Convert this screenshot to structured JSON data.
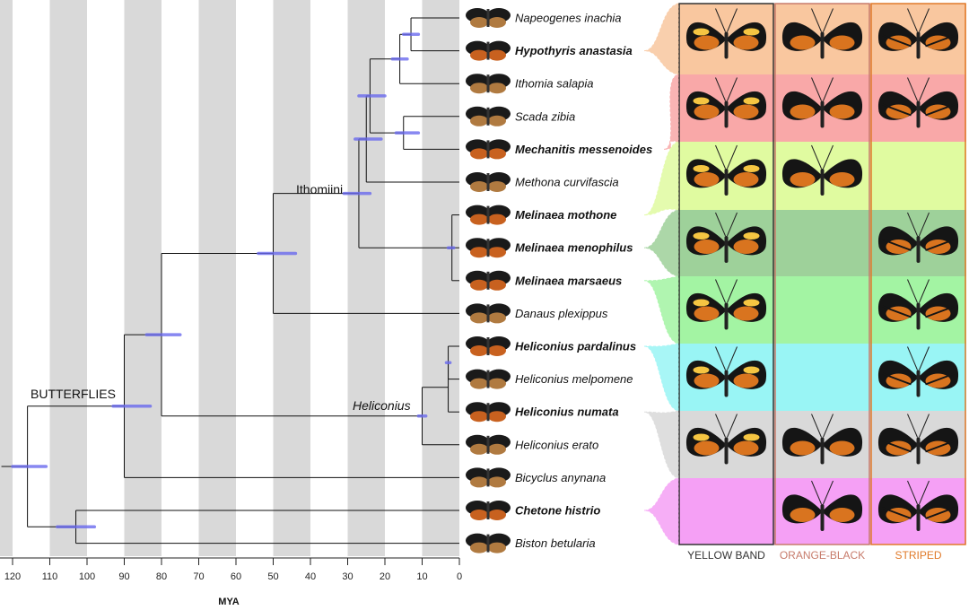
{
  "axis": {
    "title": "MYA",
    "ticks": [
      120,
      110,
      100,
      90,
      80,
      70,
      60,
      50,
      40,
      30,
      20,
      10,
      0
    ]
  },
  "clades": {
    "butterflies": "BUTTERFLIES",
    "ithomiini": "Ithomiini",
    "heliconius": "Heliconius"
  },
  "species": [
    {
      "name": "Napeogenes inachia",
      "bold": false
    },
    {
      "name": "Hypothyris anastasia",
      "bold": true
    },
    {
      "name": "Ithomia salapia",
      "bold": false
    },
    {
      "name": "Scada zibia",
      "bold": false
    },
    {
      "name": "Mechanitis messenoides",
      "bold": true
    },
    {
      "name": "Methona curvifascia",
      "bold": false
    },
    {
      "name": "Melinaea mothone",
      "bold": true
    },
    {
      "name": "Melinaea menophilus",
      "bold": true
    },
    {
      "name": "Melinaea marsaeus",
      "bold": true
    },
    {
      "name": "Danaus plexippus",
      "bold": false
    },
    {
      "name": "Heliconius pardalinus",
      "bold": true
    },
    {
      "name": "Heliconius melpomene",
      "bold": false
    },
    {
      "name": "Heliconius numata",
      "bold": true
    },
    {
      "name": "Heliconius erato",
      "bold": false
    },
    {
      "name": "Bicyclus anynana",
      "bold": false
    },
    {
      "name": "Chetone histrio",
      "bold": true
    },
    {
      "name": "Biston betularia",
      "bold": false
    }
  ],
  "columns": [
    {
      "label": "YELLOW BAND",
      "color": "#333333"
    },
    {
      "label": "ORANGE-BLACK",
      "color": "#c77b6b"
    },
    {
      "label": "STRIPED",
      "color": "#e07a2a"
    }
  ],
  "pattern_rows": [
    {
      "color": "#f9c79f",
      "present": [
        true,
        true,
        true
      ]
    },
    {
      "color": "#f9a8a8",
      "present": [
        true,
        true,
        true
      ]
    },
    {
      "color": "#e0fba0",
      "present": [
        true,
        true,
        false
      ]
    },
    {
      "color": "#9ed19a",
      "present": [
        true,
        false,
        true
      ]
    },
    {
      "color": "#a3f4a3",
      "present": [
        true,
        false,
        true
      ]
    },
    {
      "color": "#99f5f5",
      "present": [
        true,
        false,
        true
      ]
    },
    {
      "color": "#d9d9d9",
      "present": [
        true,
        true,
        true
      ]
    },
    {
      "color": "#f5a0f5",
      "present": [
        false,
        true,
        true
      ]
    }
  ]
}
